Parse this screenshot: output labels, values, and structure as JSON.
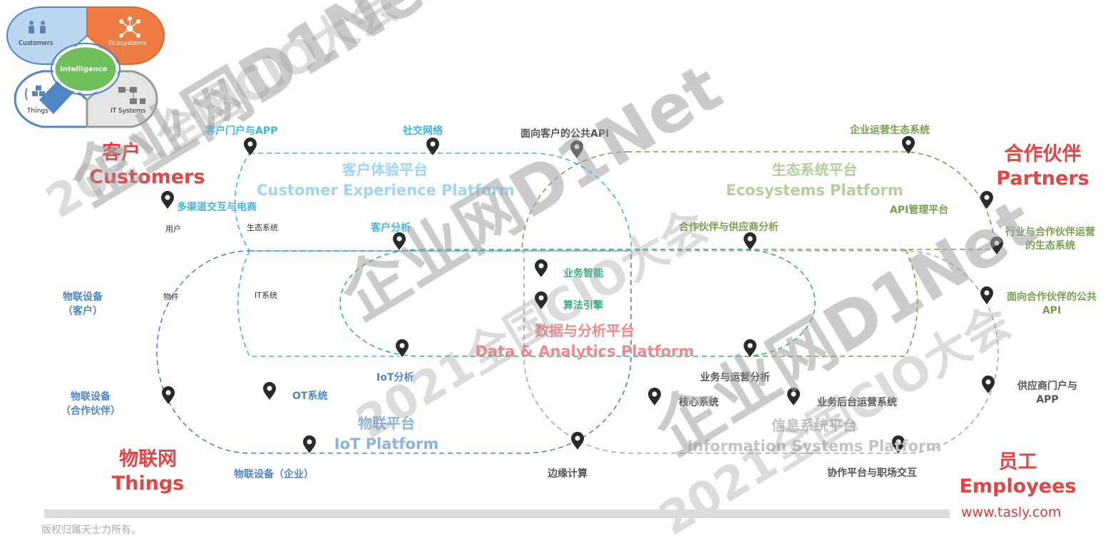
{
  "colors": {
    "customer": "#3fb7e3",
    "ecosystem": "#77a04e",
    "data": "#34b27e",
    "data_text": "#f08a8a",
    "iot": "#4f86c6",
    "info": "#a9a9a9",
    "corner_red": "#e84343",
    "pin": "#2a2a2a"
  },
  "venn": {
    "customers": "Customers",
    "ecosystems": "Ecosystems",
    "intelligence": "Intelligence",
    "things": "Things",
    "it_systems": "IT Systems"
  },
  "corners": {
    "customers_cn": "客户",
    "customers_en": "Customers",
    "partners_cn": "合作伙伴",
    "partners_en": "Partners",
    "things_cn": "物联网",
    "things_en": "Things",
    "employees_cn": "员工",
    "employees_en": "Employees"
  },
  "platforms": {
    "cx_cn": "客户体验平台",
    "cx_en": "Customer Experience Platform",
    "eco_cn": "生态系统平台",
    "eco_en": "Ecosystems Platform",
    "data_cn": "数据与分析平台",
    "data_en": "Data & Analytics Platform",
    "iot_cn": "物联平台",
    "iot_en": "IoT Platform",
    "info_cn": "信息系统平台",
    "info_en": "Information Systems Platform"
  },
  "labels": {
    "portal_app": "客户门户与APP",
    "social": "社交网络",
    "public_api": "面向客户的公共API",
    "eco_ops": "企业运营生态系统",
    "omni": "多渠道交互与电商",
    "cust_analytics": "客户分析",
    "partner_analytics": "合作伙伴与供应商分析",
    "api_mgmt": "API管理平台",
    "industry_eco": "行业与合作伙伴运营的生态系统",
    "biz_intel": "业务智能",
    "algo": "算法引擎",
    "partner_api": "面向合作伙伴的公共API",
    "iot_cust": "物联设备\n（客户）",
    "iot_partner": "物联设备\n（合作伙伴）",
    "iot_analytics": "IoT分析",
    "ot_sys": "OT系统",
    "biz_ops_analytics": "业务与运营分析",
    "core_sys": "核心系统",
    "backoffice": "业务后台运营系统",
    "supplier_portal": "供应商门户与APP",
    "iot_enterprise": "物联设备（企业）",
    "edge": "边缘计算",
    "collab": "协作平台与职场交互"
  },
  "small_labels": {
    "users": "用户",
    "eco_sys": "生态系统",
    "things": "物件",
    "it_sys": "IT系统"
  },
  "footer": {
    "copyright": "版权归属天士力所有。",
    "url": "www.tasly.com"
  },
  "watermarks": {
    "conf": "2021全国CIO大会",
    "brand": "企业网D1Net"
  }
}
